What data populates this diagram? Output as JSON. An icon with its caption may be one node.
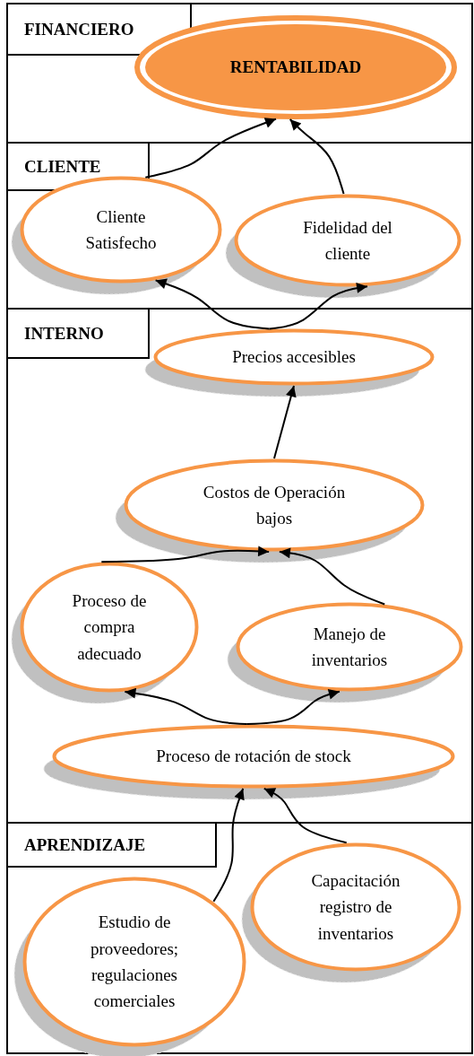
{
  "diagram": {
    "nodes": [
      {
        "text": [
          "FINANCIERO"
        ]
      },
      {
        "text": [
          "RENTABILIDAD"
        ],
        "in": 0
      },
      {
        "text": [
          "CLIENTE"
        ]
      },
      {
        "text": [
          "Cliente Satisfecho"
        ],
        "in": 2
      },
      {
        "text": [
          "Fidelidad del cliente"
        ],
        "in": 2
      },
      {
        "text": [
          "INTERNO"
        ]
      },
      {
        "text": [
          "Precios accesibles"
        ],
        "in": 5
      },
      {
        "text": [
          "Costos de Operación bajos"
        ],
        "in": 5
      },
      {
        "text": [
          "Proceso de compra adecuado"
        ],
        "in": 5
      },
      {
        "text": [
          "Manejo de inventarios"
        ],
        "in": 5
      },
      {
        "text": [
          "Proceso de rotación de stock"
        ],
        "in": 5
      },
      {
        "text": [
          "APRENDIZAJE"
        ]
      },
      {
        "text": [
          "Estudio de proveedores; regulaciones comerciales"
        ],
        "in": 11
      },
      {
        "text": [
          "Capacitación registro de inventarios"
        ],
        "in": 11
      }
    ],
    "edges": [
      {
        "from": 3,
        "to": 1,
        "arrow": "to"
      },
      {
        "from": 4,
        "to": 1,
        "arrow": "to"
      },
      {
        "from": 6,
        "to": 3,
        "arrow": "to"
      },
      {
        "from": 6,
        "to": 4,
        "arrow": "to"
      },
      {
        "from": 7,
        "to": 6,
        "arrow": "to"
      },
      {
        "from": 8,
        "to": 7,
        "arrow": "to"
      },
      {
        "from": 9,
        "to": 7,
        "arrow": "to"
      },
      {
        "from": 10,
        "to": 8,
        "arrow": "to"
      },
      {
        "from": 10,
        "to": 9,
        "arrow": "to"
      },
      {
        "from": 12,
        "to": 10,
        "arrow": "to"
      },
      {
        "from": 13,
        "to": 10,
        "arrow": "to"
      }
    ]
  }
}
